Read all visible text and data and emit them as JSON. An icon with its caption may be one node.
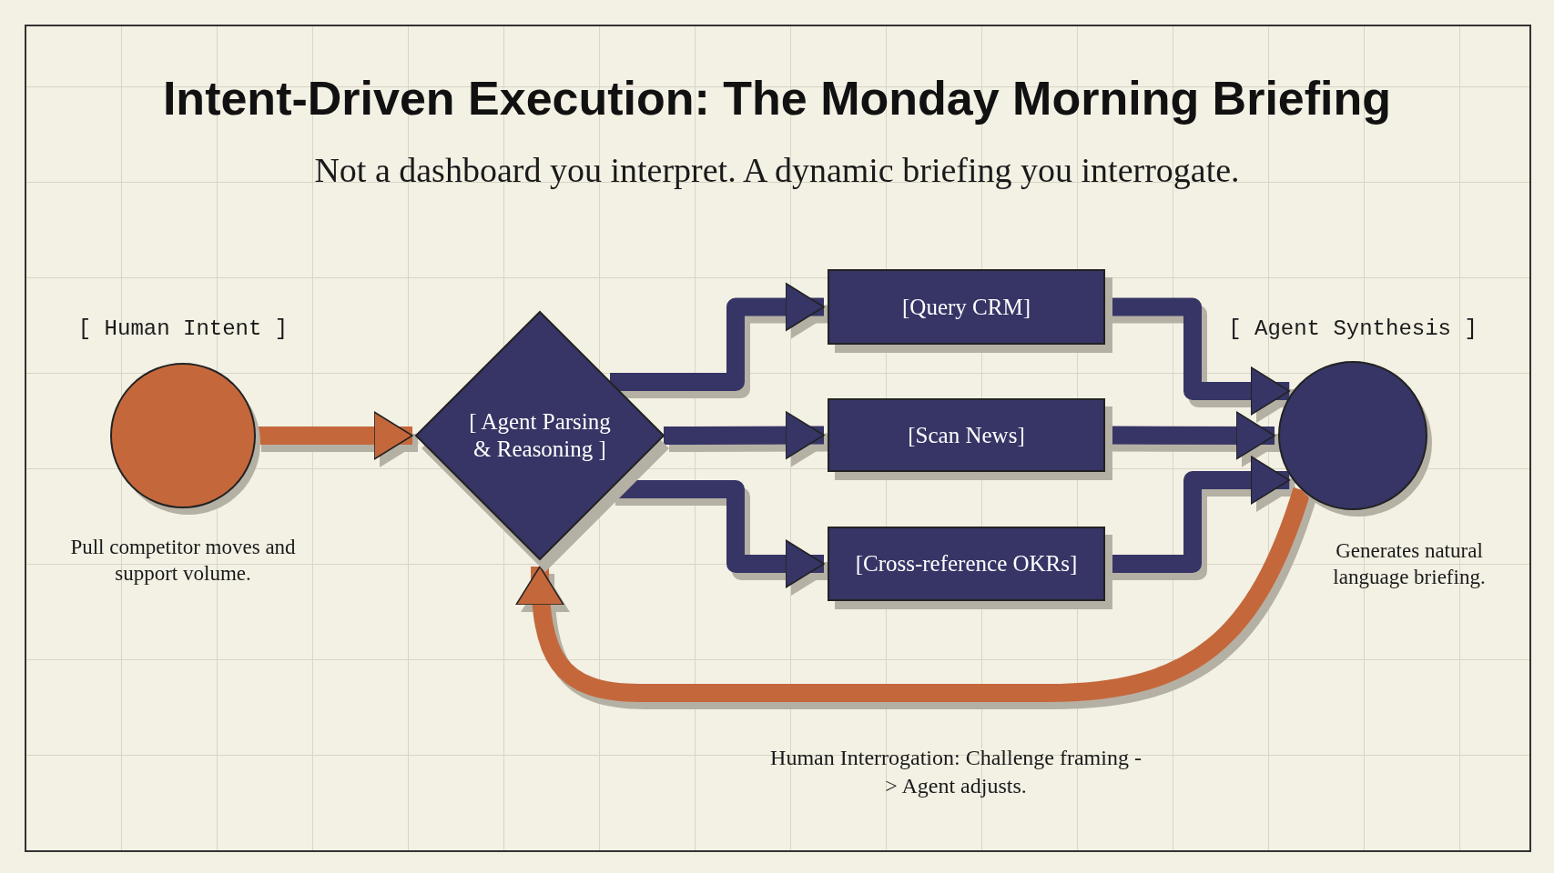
{
  "diagram": {
    "title": "Intent-Driven Execution: The Monday Morning Briefing",
    "nodes": [
      {
        "text": [
          "[ Human Intent ]"
        ],
        "beside": [
          "Pull competitor moves and support volume."
        ]
      },
      {
        "text": [
          "[ Agent Parsing & Reasoning ]"
        ]
      },
      {
        "text": [
          "[Query CRM]"
        ]
      },
      {
        "text": [
          "[Scan News]"
        ]
      },
      {
        "text": [
          "[Cross-reference OKRs]"
        ]
      },
      {
        "text": [
          "[ Agent Synthesis ]"
        ],
        "beside": [
          "Generates natural language briefing."
        ]
      }
    ],
    "edges": [
      {
        "from": 0,
        "to": 1,
        "arrow": "to",
        "color": "#c4683c"
      },
      {
        "from": 1,
        "to": 2,
        "arrow": "to"
      },
      {
        "from": 1,
        "to": 3,
        "arrow": "to"
      },
      {
        "from": 1,
        "to": 4,
        "arrow": "to"
      },
      {
        "from": 2,
        "to": 5,
        "arrow": "to"
      },
      {
        "from": 3,
        "to": 5,
        "arrow": "to"
      },
      {
        "from": 4,
        "to": 5,
        "arrow": "to"
      },
      {
        "from": 5,
        "to": 1,
        "arrow": "to",
        "color": "#c4683c",
        "label": "Human Interrogation: Challenge framing -> Agent adjusts."
      }
    ],
    "labels": [
      "Not a dashboard you interpret. A dynamic briefing you interrogate."
    ]
  }
}
